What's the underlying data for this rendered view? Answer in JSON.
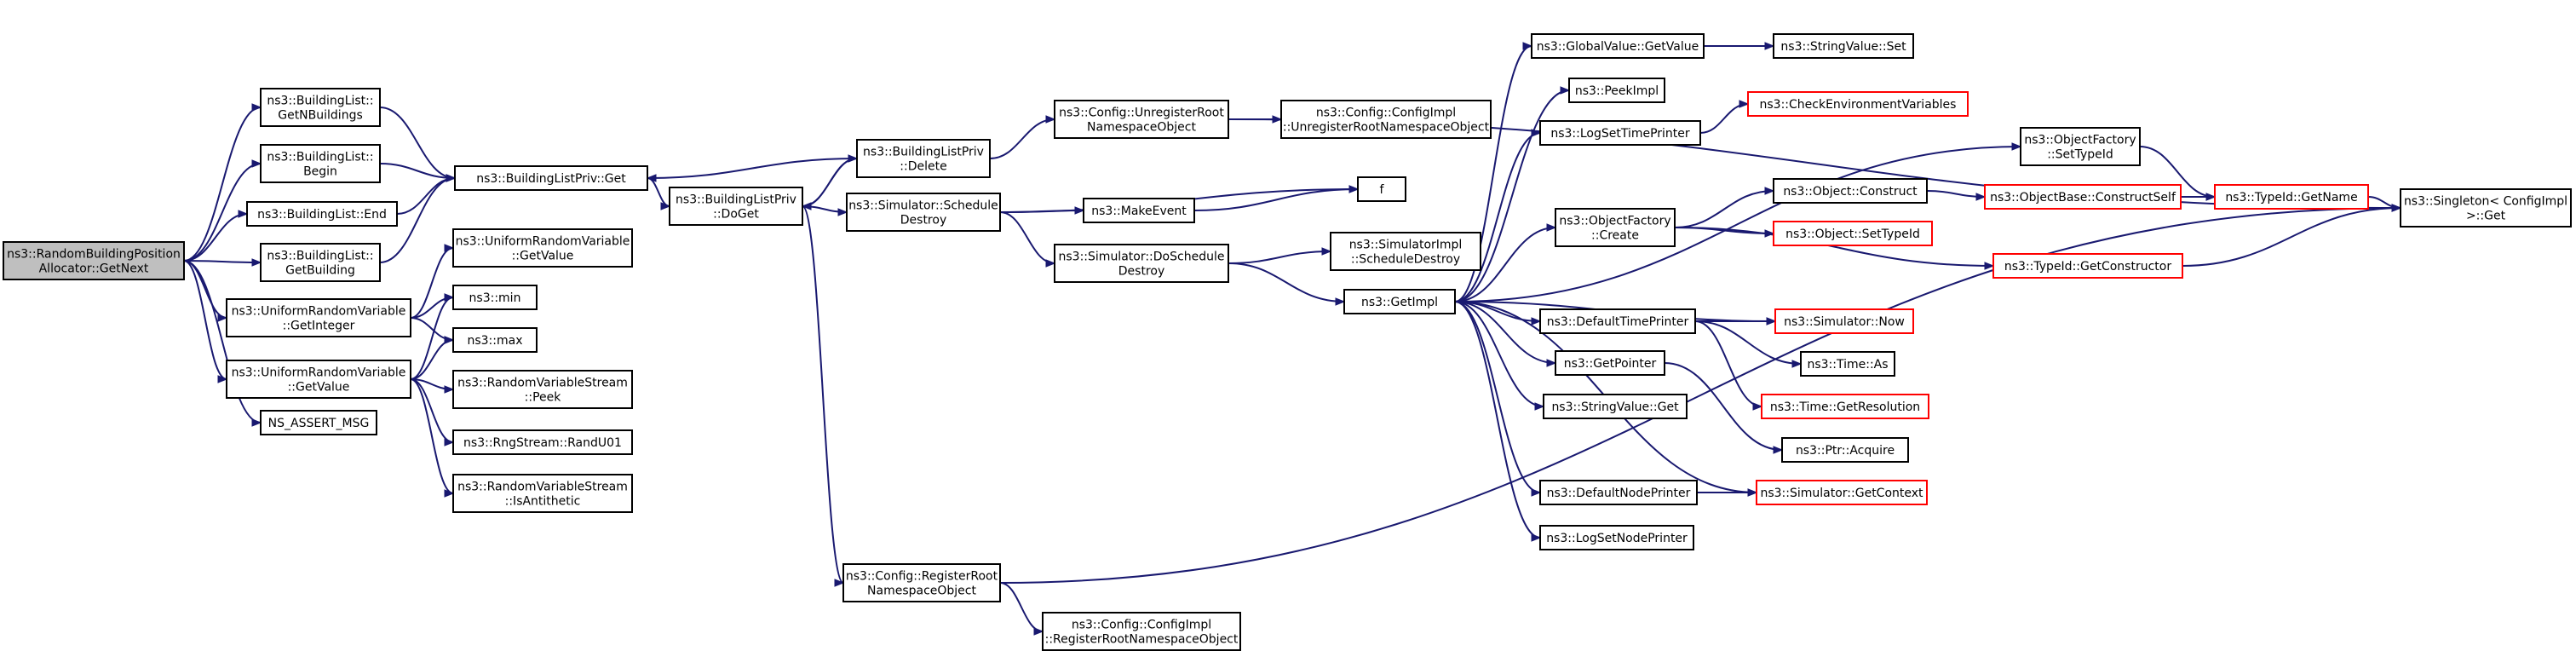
{
  "colors": {
    "normal": "#000000",
    "warning": "#ff0000",
    "root_fill": "#bfbfbf",
    "edge": "#191970",
    "background": "#ffffff"
  },
  "nodes": [
    {
      "id": "n0",
      "lines": [
        "ns3::RandomBuildingPosition",
        "Allocator::GetNext"
      ],
      "status": "root"
    },
    {
      "id": "n1",
      "lines": [
        "ns3::BuildingList::",
        "GetNBuildings"
      ],
      "status": "normal"
    },
    {
      "id": "n2",
      "lines": [
        "ns3::BuildingList::",
        "Begin"
      ],
      "status": "normal"
    },
    {
      "id": "n3",
      "lines": [
        "ns3::BuildingList::End"
      ],
      "status": "normal"
    },
    {
      "id": "n4",
      "lines": [
        "ns3::BuildingList::",
        "GetBuilding"
      ],
      "status": "normal"
    },
    {
      "id": "n5",
      "lines": [
        "ns3::UniformRandomVariable",
        "::GetInteger"
      ],
      "status": "normal"
    },
    {
      "id": "n6",
      "lines": [
        "ns3::UniformRandomVariable",
        "::GetValue"
      ],
      "status": "normal"
    },
    {
      "id": "n7",
      "lines": [
        "NS_ASSERT_MSG"
      ],
      "status": "normal"
    },
    {
      "id": "n8",
      "lines": [
        "ns3::BuildingListPriv::Get"
      ],
      "status": "normal"
    },
    {
      "id": "n9",
      "lines": [
        "ns3::UniformRandomVariable",
        "::GetValue"
      ],
      "status": "normal"
    },
    {
      "id": "n10",
      "lines": [
        "ns3::min"
      ],
      "status": "normal"
    },
    {
      "id": "n11",
      "lines": [
        "ns3::max"
      ],
      "status": "normal"
    },
    {
      "id": "n12",
      "lines": [
        "ns3::RandomVariableStream",
        "::Peek"
      ],
      "status": "normal"
    },
    {
      "id": "n13",
      "lines": [
        "ns3::RngStream::RandU01"
      ],
      "status": "normal"
    },
    {
      "id": "n14",
      "lines": [
        "ns3::RandomVariableStream",
        "::IsAntithetic"
      ],
      "status": "normal"
    },
    {
      "id": "n15",
      "lines": [
        "ns3::BuildingListPriv",
        "::DoGet"
      ],
      "status": "normal"
    },
    {
      "id": "n16",
      "lines": [
        "ns3::BuildingListPriv",
        "::Delete"
      ],
      "status": "normal"
    },
    {
      "id": "n17",
      "lines": [
        "ns3::Simulator::Schedule",
        "Destroy"
      ],
      "status": "normal"
    },
    {
      "id": "n18",
      "lines": [
        "ns3::Config::RegisterRoot",
        "NamespaceObject"
      ],
      "status": "normal"
    },
    {
      "id": "n19",
      "lines": [
        "ns3::Config::UnregisterRoot",
        "NamespaceObject"
      ],
      "status": "normal"
    },
    {
      "id": "n20",
      "lines": [
        "ns3::MakeEvent"
      ],
      "status": "normal"
    },
    {
      "id": "n21",
      "lines": [
        "ns3::Simulator::DoSchedule",
        "Destroy"
      ],
      "status": "normal"
    },
    {
      "id": "n22",
      "lines": [
        "ns3::Config::ConfigImpl",
        "::RegisterRootNamespaceObject"
      ],
      "status": "normal"
    },
    {
      "id": "n23",
      "lines": [
        "ns3::Config::ConfigImpl",
        "::UnregisterRootNamespaceObject"
      ],
      "status": "normal"
    },
    {
      "id": "n24",
      "lines": [
        "f"
      ],
      "status": "normal"
    },
    {
      "id": "n25",
      "lines": [
        "ns3::SimulatorImpl",
        "::ScheduleDestroy"
      ],
      "status": "normal"
    },
    {
      "id": "n26",
      "lines": [
        "ns3::GetImpl"
      ],
      "status": "normal"
    },
    {
      "id": "n27",
      "lines": [
        "ns3::GlobalValue::GetValue"
      ],
      "status": "normal"
    },
    {
      "id": "n28",
      "lines": [
        "ns3::PeekImpl"
      ],
      "status": "normal"
    },
    {
      "id": "n29",
      "lines": [
        "ns3::LogSetTimePrinter"
      ],
      "status": "normal"
    },
    {
      "id": "n30",
      "lines": [
        "ns3::ObjectFactory",
        "::Create"
      ],
      "status": "normal"
    },
    {
      "id": "n31",
      "lines": [
        "ns3::DefaultTimePrinter"
      ],
      "status": "normal"
    },
    {
      "id": "n32",
      "lines": [
        "ns3::GetPointer"
      ],
      "status": "normal"
    },
    {
      "id": "n33",
      "lines": [
        "ns3::StringValue::Get"
      ],
      "status": "normal"
    },
    {
      "id": "n34",
      "lines": [
        "ns3::DefaultNodePrinter"
      ],
      "status": "normal"
    },
    {
      "id": "n35",
      "lines": [
        "ns3::LogSetNodePrinter"
      ],
      "status": "normal"
    },
    {
      "id": "n36",
      "lines": [
        "ns3::StringValue::Set"
      ],
      "status": "normal"
    },
    {
      "id": "n37",
      "lines": [
        "ns3::CheckEnvironmentVariables"
      ],
      "status": "warning"
    },
    {
      "id": "n38",
      "lines": [
        "ns3::ObjectFactory",
        "::SetTypeId"
      ],
      "status": "normal"
    },
    {
      "id": "n39",
      "lines": [
        "ns3::Object::Construct"
      ],
      "status": "normal"
    },
    {
      "id": "n40",
      "lines": [
        "ns3::Object::SetTypeId"
      ],
      "status": "warning"
    },
    {
      "id": "n41",
      "lines": [
        "ns3::TypeId::GetConstructor"
      ],
      "status": "warning"
    },
    {
      "id": "n42",
      "lines": [
        "ns3::Simulator::Now"
      ],
      "status": "warning"
    },
    {
      "id": "n43",
      "lines": [
        "ns3::Time::As"
      ],
      "status": "normal"
    },
    {
      "id": "n44",
      "lines": [
        "ns3::Time::GetResolution"
      ],
      "status": "warning"
    },
    {
      "id": "n45",
      "lines": [
        "ns3::Ptr::Acquire"
      ],
      "status": "normal"
    },
    {
      "id": "n46",
      "lines": [
        "ns3::Simulator::GetContext"
      ],
      "status": "warning"
    },
    {
      "id": "n47",
      "lines": [
        "ns3::ObjectBase::ConstructSelf"
      ],
      "status": "warning"
    },
    {
      "id": "n48",
      "lines": [
        "ns3::TypeId::GetName"
      ],
      "status": "warning"
    },
    {
      "id": "n49",
      "lines": [
        "ns3::Singleton< ConfigImpl",
        ">::Get"
      ],
      "status": "normal"
    }
  ],
  "edges": [
    [
      "n0",
      "n1"
    ],
    [
      "n0",
      "n2"
    ],
    [
      "n0",
      "n3"
    ],
    [
      "n0",
      "n4"
    ],
    [
      "n0",
      "n5"
    ],
    [
      "n0",
      "n6"
    ],
    [
      "n0",
      "n7"
    ],
    [
      "n1",
      "n8"
    ],
    [
      "n2",
      "n8"
    ],
    [
      "n3",
      "n8"
    ],
    [
      "n4",
      "n8"
    ],
    [
      "n5",
      "n9"
    ],
    [
      "n5",
      "n10"
    ],
    [
      "n5",
      "n11"
    ],
    [
      "n6",
      "n10"
    ],
    [
      "n6",
      "n11"
    ],
    [
      "n6",
      "n12"
    ],
    [
      "n6",
      "n13"
    ],
    [
      "n6",
      "n14"
    ],
    [
      "n8",
      "n15"
    ],
    [
      "n15",
      "n16"
    ],
    [
      "n15",
      "n17"
    ],
    [
      "n15",
      "n18"
    ],
    [
      "n16",
      "n8"
    ],
    [
      "n16",
      "n15"
    ],
    [
      "n16",
      "n19"
    ],
    [
      "n17",
      "n20"
    ],
    [
      "n17",
      "n21"
    ],
    [
      "n17",
      "n24"
    ],
    [
      "n19",
      "n23"
    ],
    [
      "n19",
      "n49"
    ],
    [
      "n18",
      "n22"
    ],
    [
      "n18",
      "n49"
    ],
    [
      "n20",
      "n24"
    ],
    [
      "n21",
      "n25"
    ],
    [
      "n21",
      "n26"
    ],
    [
      "n26",
      "n27"
    ],
    [
      "n26",
      "n28"
    ],
    [
      "n26",
      "n29"
    ],
    [
      "n26",
      "n30"
    ],
    [
      "n26",
      "n31"
    ],
    [
      "n26",
      "n32"
    ],
    [
      "n26",
      "n33"
    ],
    [
      "n26",
      "n34"
    ],
    [
      "n26",
      "n35"
    ],
    [
      "n26",
      "n38"
    ],
    [
      "n26",
      "n42"
    ],
    [
      "n26",
      "n46"
    ],
    [
      "n27",
      "n36"
    ],
    [
      "n29",
      "n37"
    ],
    [
      "n30",
      "n39"
    ],
    [
      "n30",
      "n40"
    ],
    [
      "n30",
      "n41"
    ],
    [
      "n38",
      "n48"
    ],
    [
      "n39",
      "n47"
    ],
    [
      "n47",
      "n48"
    ],
    [
      "n48",
      "n49"
    ],
    [
      "n41",
      "n49"
    ],
    [
      "n31",
      "n42"
    ],
    [
      "n31",
      "n43"
    ],
    [
      "n31",
      "n44"
    ],
    [
      "n32",
      "n45"
    ],
    [
      "n34",
      "n46"
    ]
  ]
}
